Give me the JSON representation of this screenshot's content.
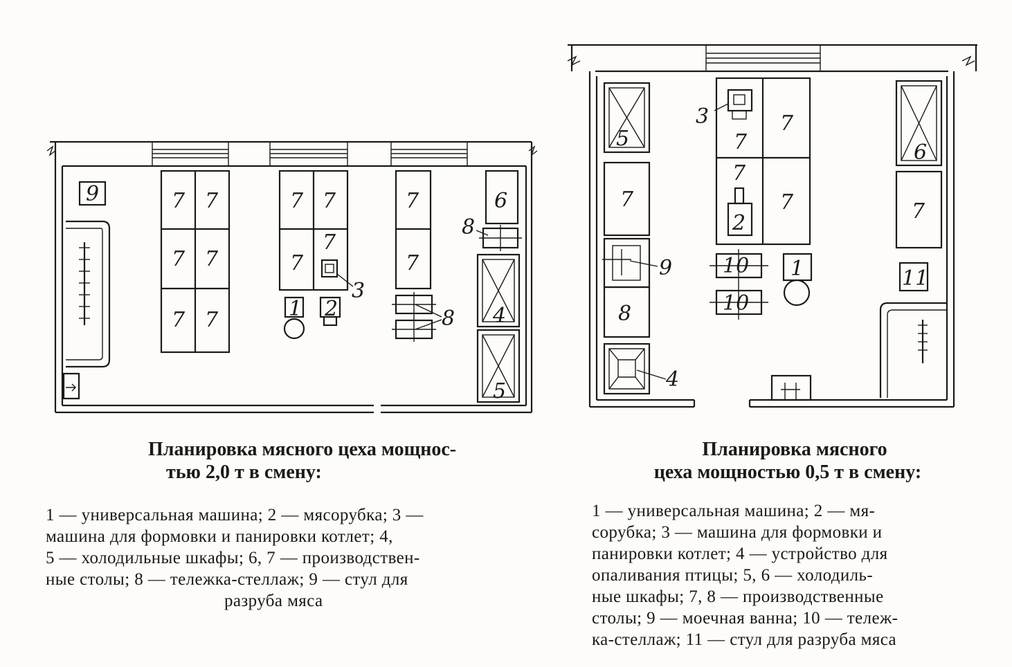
{
  "plan_large": {
    "caption_title": [
      "Планировка мясного цеха мощнос-",
      "тью 2,0 т в смену:"
    ],
    "legend_lines": [
      "1 — универсальная машина; 2 — мясорубка; 3 —",
      "машина для формовки и панировки котлет; 4,",
      "5 — холодильные шкафы; 6, 7 — производствен-",
      "ные столы; 8 — тележка-стеллаж; 9 — стул для",
      "разруба мяса"
    ],
    "labels": {
      "table": "7",
      "chair": "9",
      "machine_universal": "1",
      "grinder": "2",
      "former": "3",
      "cart": "8",
      "fridge_a": "4",
      "fridge_b": "5",
      "table_6": "6"
    }
  },
  "plan_small": {
    "caption_title": [
      "Планировка мясного",
      "цеха мощностью 0,5 т в смену:"
    ],
    "legend_lines": [
      "1 — универсальная машина; 2 — мя-",
      "сорубка; 3 — машина для формовки и",
      "панировки котлет; 4 — устройство для",
      "опаливания птицы; 5, 6 — холодиль-",
      "ные шкафы; 7, 8 — производственные",
      "столы; 9 — моечная ванна; 10 — тележ-",
      "ка-стеллаж; 11 — стул для разруба мяса"
    ],
    "labels": {
      "table": "7",
      "fridge_5": "5",
      "fridge_6": "6",
      "former": "3",
      "grinder": "2",
      "machine_universal": "1",
      "sink": "9",
      "table_8": "8",
      "singe": "4",
      "cart": "10",
      "chair": "11"
    }
  }
}
